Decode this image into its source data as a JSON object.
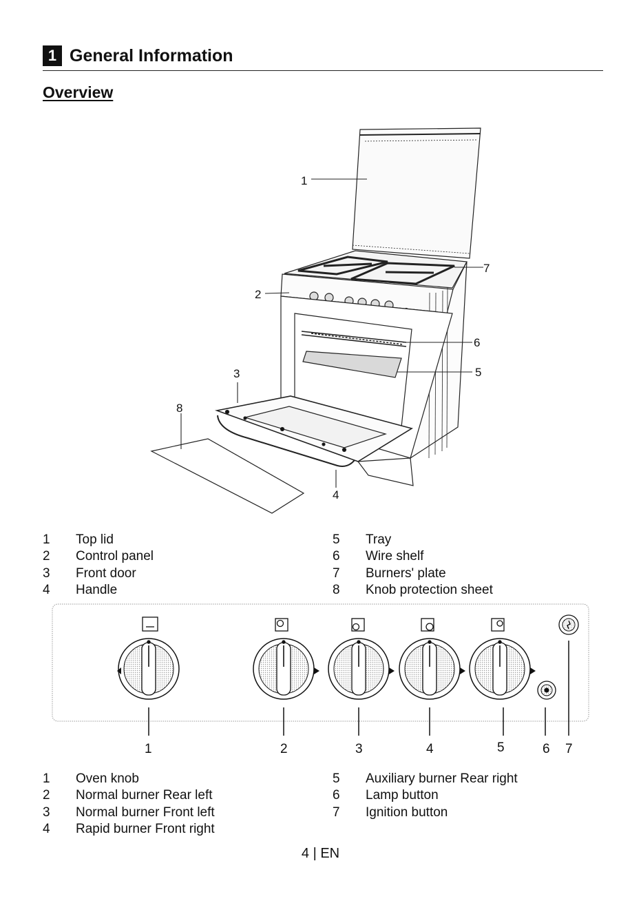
{
  "header": {
    "chapter_number": "1",
    "chapter_title": "General Information"
  },
  "section_title": "Overview",
  "figure1": {
    "callouts": [
      "1",
      "2",
      "3",
      "4",
      "5",
      "6",
      "7",
      "8"
    ],
    "legend_left": [
      {
        "num": "1",
        "label": "Top lid"
      },
      {
        "num": "2",
        "label": "Control panel"
      },
      {
        "num": "3",
        "label": "Front door"
      },
      {
        "num": "4",
        "label": "Handle"
      }
    ],
    "legend_right": [
      {
        "num": "5",
        "label": "Tray"
      },
      {
        "num": "6",
        "label": "Wire shelf"
      },
      {
        "num": "7",
        "label": "Burners' plate"
      },
      {
        "num": "8",
        "label": "Knob protection sheet"
      }
    ]
  },
  "figure2": {
    "callouts": [
      "1",
      "2",
      "3",
      "4",
      "5",
      "6",
      "7"
    ],
    "legend_left": [
      {
        "num": "1",
        "label": "Oven knob"
      },
      {
        "num": "2",
        "label": "Normal burner Rear left"
      },
      {
        "num": "3",
        "label": "Normal burner Front left"
      },
      {
        "num": "4",
        "label": "Rapid burner Front right"
      }
    ],
    "legend_right": [
      {
        "num": "5",
        "label": "Auxiliary burner Rear right"
      },
      {
        "num": "6",
        "label": "Lamp button"
      },
      {
        "num": "7",
        "label": "Ignition button"
      }
    ]
  },
  "footer": {
    "page_label": "4 | EN"
  }
}
